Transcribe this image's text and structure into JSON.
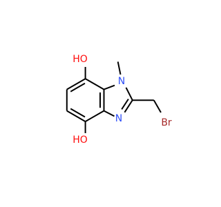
{
  "molecule": {
    "atoms": {
      "oh_top": {
        "label": "HO",
        "color": "#ff0d0d"
      },
      "n1": {
        "label": "N",
        "color": "#3050f8"
      },
      "methyl": {
        "label": "",
        "color": "#000000"
      },
      "n3": {
        "label": "N",
        "color": "#3050f8"
      },
      "br": {
        "label": "Br",
        "color": "#a62929"
      },
      "oh_bottom": {
        "label": "HO",
        "color": "#ff0d0d"
      }
    },
    "colors": {
      "bond": "#000000",
      "oxygen": "#ff0d0d",
      "nitrogen": "#3050f8",
      "bromine": "#a62929"
    }
  }
}
